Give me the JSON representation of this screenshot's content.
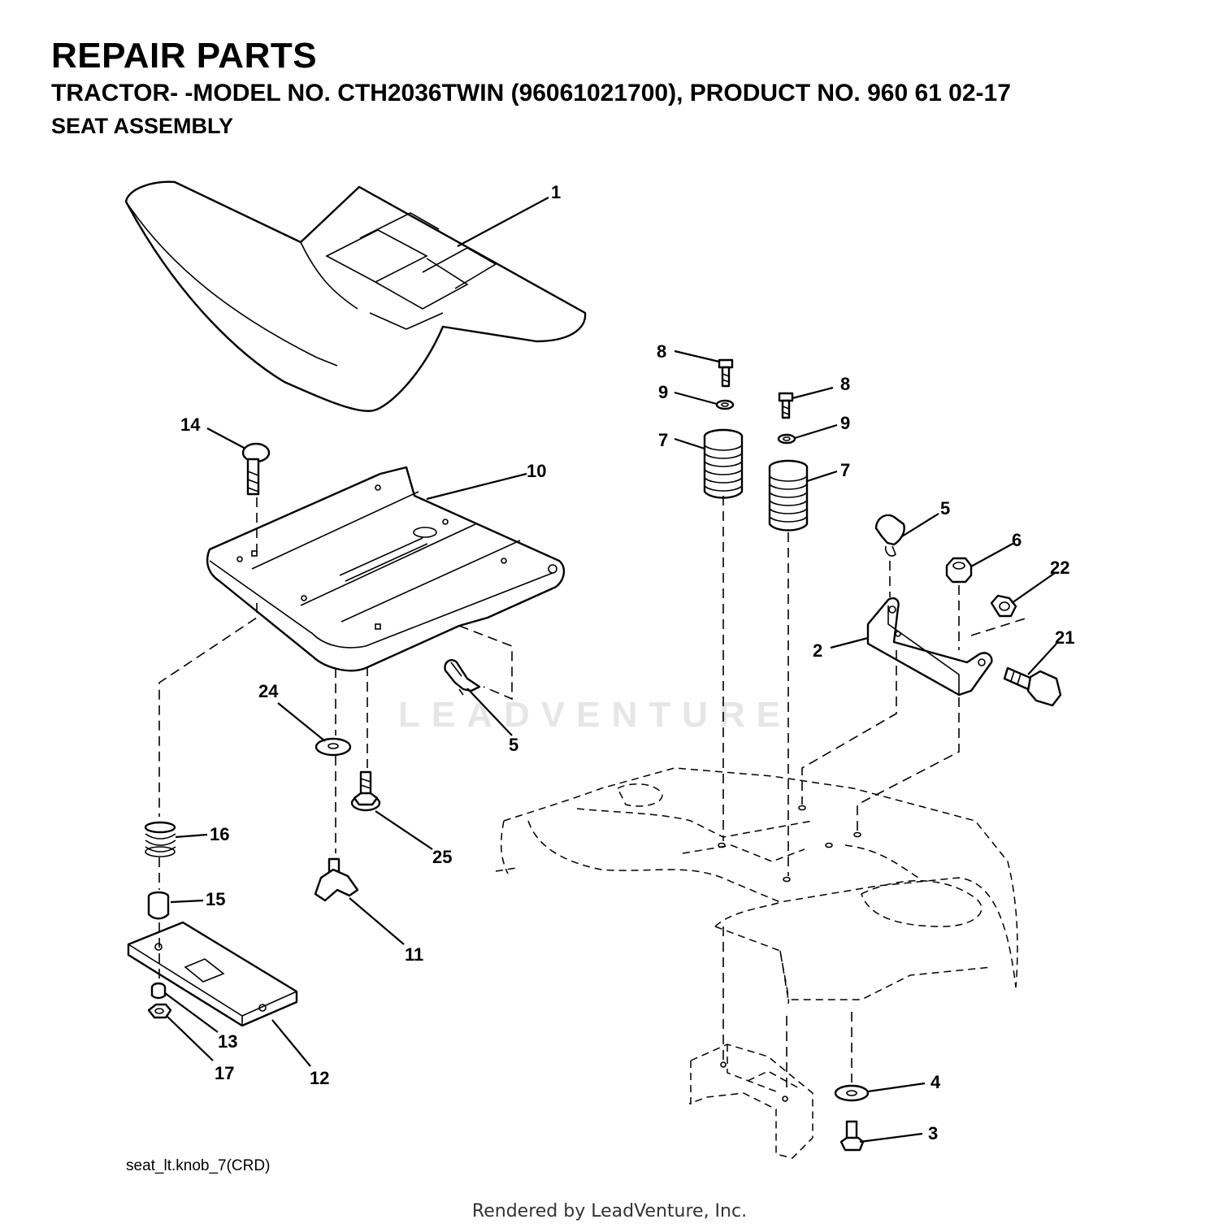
{
  "header": {
    "title": "REPAIR PARTS",
    "subtitle": "TRACTOR- -MODEL NO. CTH2036TWIN (96061021700), PRODUCT NO. 960 61 02-17",
    "section": "SEAT ASSEMBLY"
  },
  "callouts": {
    "c1": "1",
    "c2": "2",
    "c3": "3",
    "c4": "4",
    "c5a": "5",
    "c5b": "5",
    "c6": "6",
    "c7a": "7",
    "c7b": "7",
    "c8a": "8",
    "c8b": "8",
    "c9a": "9",
    "c9b": "9",
    "c10": "10",
    "c11": "11",
    "c12": "12",
    "c13": "13",
    "c14": "14",
    "c15": "15",
    "c16": "16",
    "c17": "17",
    "c21": "21",
    "c22": "22",
    "c24": "24",
    "c25": "25"
  },
  "footer": {
    "drawing_id": "seat_lt.knob_7(CRD)",
    "rendered_by": "Rendered by LeadVenture, Inc."
  },
  "watermark": "LEADVENTURE"
}
